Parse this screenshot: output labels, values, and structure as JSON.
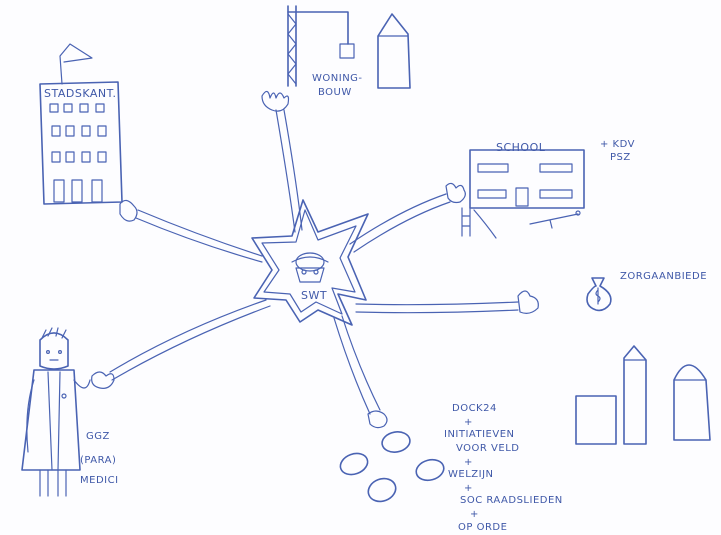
{
  "colors": {
    "ink": "#4a63b3",
    "paper": "#fdfdff"
  },
  "center": {
    "label": "SWT"
  },
  "city_hall": {
    "label": "STADSKANT."
  },
  "housing": {
    "label_line1": "WONING-",
    "label_line2": "BOUW"
  },
  "school": {
    "label": "SCHOOL",
    "extra_line1": "+ KDV",
    "extra_line2": "PSZ"
  },
  "care": {
    "label": "ZORGAANBIEDE",
    "icon": "money-bag-icon"
  },
  "doctor": {
    "line1": "GGZ",
    "line2": "(PARA)",
    "line3": "MEDICI"
  },
  "network": {
    "lines": [
      "DOCK24",
      "+",
      "INITIATIEVEN",
      "VOOR VELD",
      "+",
      "WELZIJN",
      "+",
      "SOC RAADSLIEDEN",
      "+",
      "OP ORDE"
    ]
  }
}
